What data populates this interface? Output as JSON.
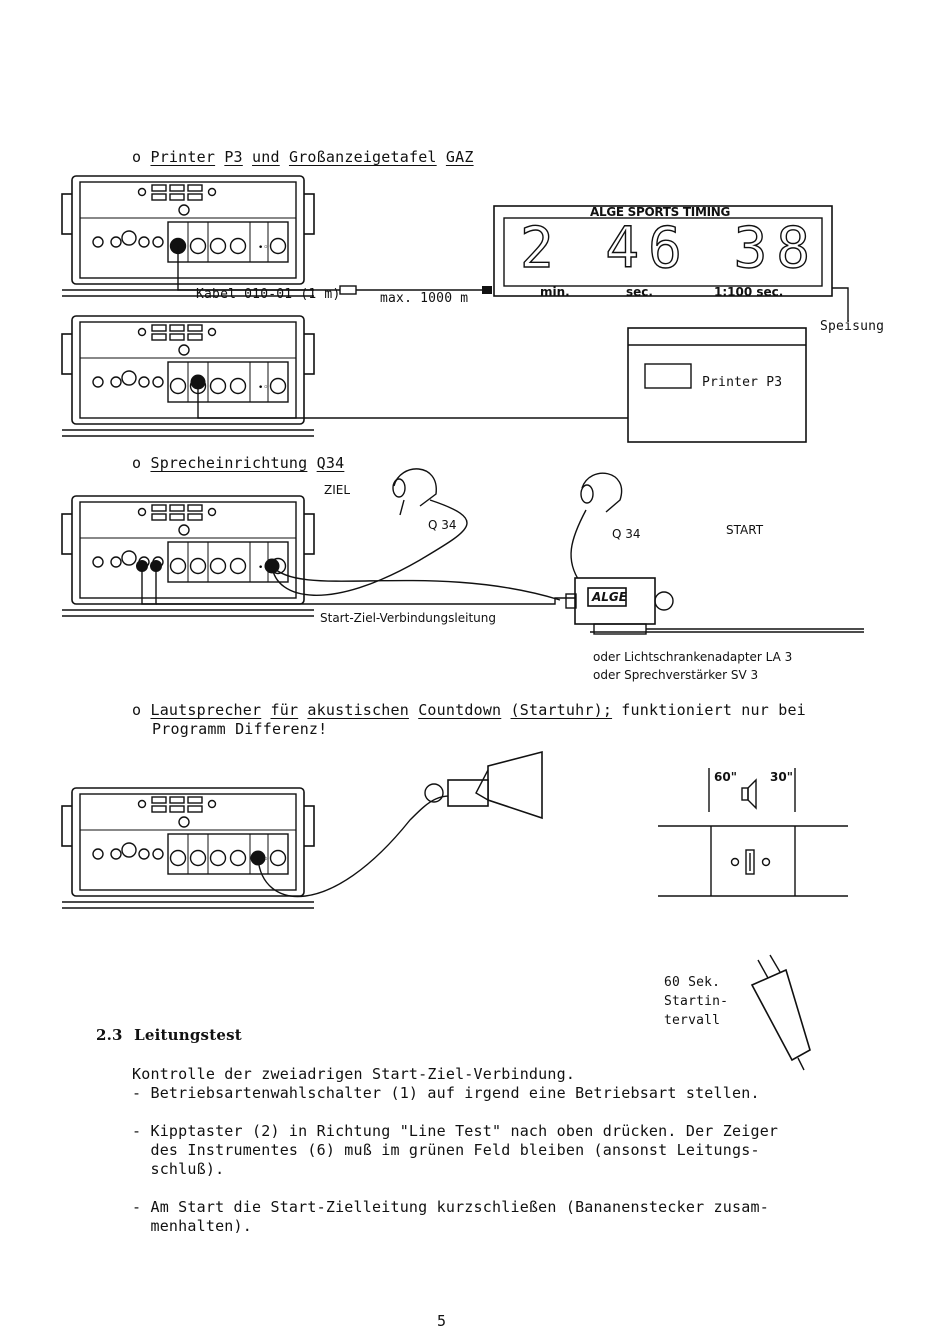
{
  "sections": {
    "printer_heading": {
      "bullet": "o",
      "words": [
        "Printer",
        "P3",
        "und",
        "Großanzeigetafel",
        "GAZ"
      ]
    },
    "sprech_heading": {
      "bullet": "o",
      "words": [
        "Sprecheinrichtung",
        "Q34"
      ]
    },
    "laut_heading": {
      "bullet": "o",
      "words": [
        "Lautsprecher",
        "für",
        "akustischen",
        "Countdown",
        "(Startuhr);"
      ],
      "tail": "funktioniert nur bei",
      "line2": "Programm Differenz!"
    }
  },
  "scoreboard": {
    "brand": "ALGE SPORTS TIMING",
    "digits": "2 46 38",
    "label_min": "min.",
    "label_sec": "sec.",
    "label_hundredths": "1:100 sec."
  },
  "labels": {
    "kabel": "Kabel 010-01 (1 m)",
    "max": "max. 1000 m",
    "speisung": "Speisung",
    "printer": "Printer P3",
    "ziel": "ZIEL",
    "q34_a": "Q 34",
    "q34_b": "Q 34",
    "start": "START",
    "start_ziel": "Start-Ziel-Verbindungsleitung",
    "alge_logo": "ALGE",
    "oder1": "oder Lichtschrankenadapter LA 3",
    "oder2": "oder Sprechverstärker SV 3",
    "sec60": "60\"",
    "sec30": "30\"",
    "interval1": "60 Sek.",
    "interval2": "Startin-",
    "interval3": "tervall"
  },
  "section_2_3": {
    "number": "2.3",
    "title": "Leitungstest",
    "intro": "Kontrolle der zweiadrigen Start-Ziel-Verbindung.",
    "items": [
      [
        "- Betriebsartenwahlschalter (1) auf irgend eine Betriebsart stellen."
      ],
      [
        "- Kipptaster (2) in Richtung \"Line Test\" nach oben drücken. Der Zeiger",
        "  des Instrumentes (6) muß im grünen Feld bleiben (ansonst Leitungs-",
        "  schluß)."
      ],
      [
        "- Am Start die Start-Zielleitung kurzschließen (Bananenstecker zusam-",
        "  menhalten)."
      ]
    ]
  },
  "page_number": "5"
}
